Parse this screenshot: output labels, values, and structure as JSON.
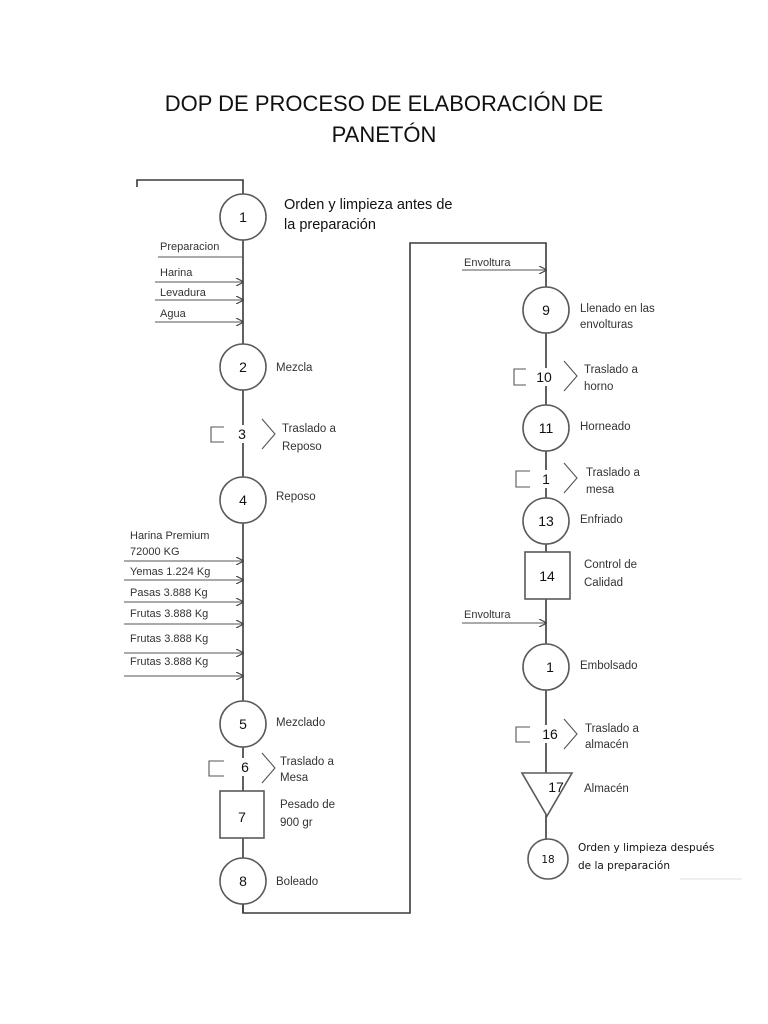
{
  "title": {
    "line1": "DOP DE PROCESO DE ELABORACIÓN DE",
    "line2": "PANETÓN"
  },
  "left_column": {
    "op1": {
      "num": "1",
      "label_line1": "Orden y limpieza antes de",
      "label_line2": "la preparación"
    },
    "inputs_a_header": "Preparacion",
    "inputs_a": [
      "Harina",
      "Levadura",
      "Agua"
    ],
    "op2": {
      "num": "2",
      "label": "Mezcla"
    },
    "tr3": {
      "num": "3",
      "label_line1": "Traslado a",
      "label_line2": "Reposo"
    },
    "op4": {
      "num": "4",
      "label": "Reposo"
    },
    "inputs_b": [
      "Harina Premium",
      "72000 KG",
      "Yemas 1.224 Kg",
      "Pasas 3.888 Kg",
      "Frutas 3.888 Kg",
      "Frutas 3.888 Kg",
      "Frutas 3.888 Kg"
    ],
    "op5": {
      "num": "5",
      "label": "Mezclado"
    },
    "tr6": {
      "num": "6",
      "label_line1": "Traslado a",
      "label_line2": "Mesa"
    },
    "in7": {
      "num": "7",
      "label_line1": "Pesado de",
      "label_line2": "900 gr"
    },
    "op8": {
      "num": "8",
      "label": "Boleado"
    }
  },
  "right_column": {
    "input_top": "Envoltura",
    "op9": {
      "num": "9",
      "label_line1": "Llenado en las",
      "label_line2": "envolturas"
    },
    "tr10": {
      "num": "10",
      "label_line1": "Traslado a",
      "label_line2": "horno"
    },
    "op11": {
      "num": "11",
      "label": "Horneado"
    },
    "tr12": {
      "num": "1",
      "label_line1": "Traslado a",
      "label_line2": "mesa"
    },
    "op13": {
      "num": "13",
      "label": "Enfriado"
    },
    "in14": {
      "num": "14",
      "label_line1": "Control de",
      "label_line2": "Calidad"
    },
    "input_mid": "Envoltura",
    "op15": {
      "num": "1",
      "label": "Embolsado"
    },
    "tr16": {
      "num": "16",
      "label_line1": "Traslado a",
      "label_line2": "almacén"
    },
    "st17": {
      "num": "17",
      "label": "Almacén"
    },
    "op18": {
      "num": "18",
      "label_line1": "Orden y limpieza después",
      "label_line2": "de la preparación"
    }
  }
}
